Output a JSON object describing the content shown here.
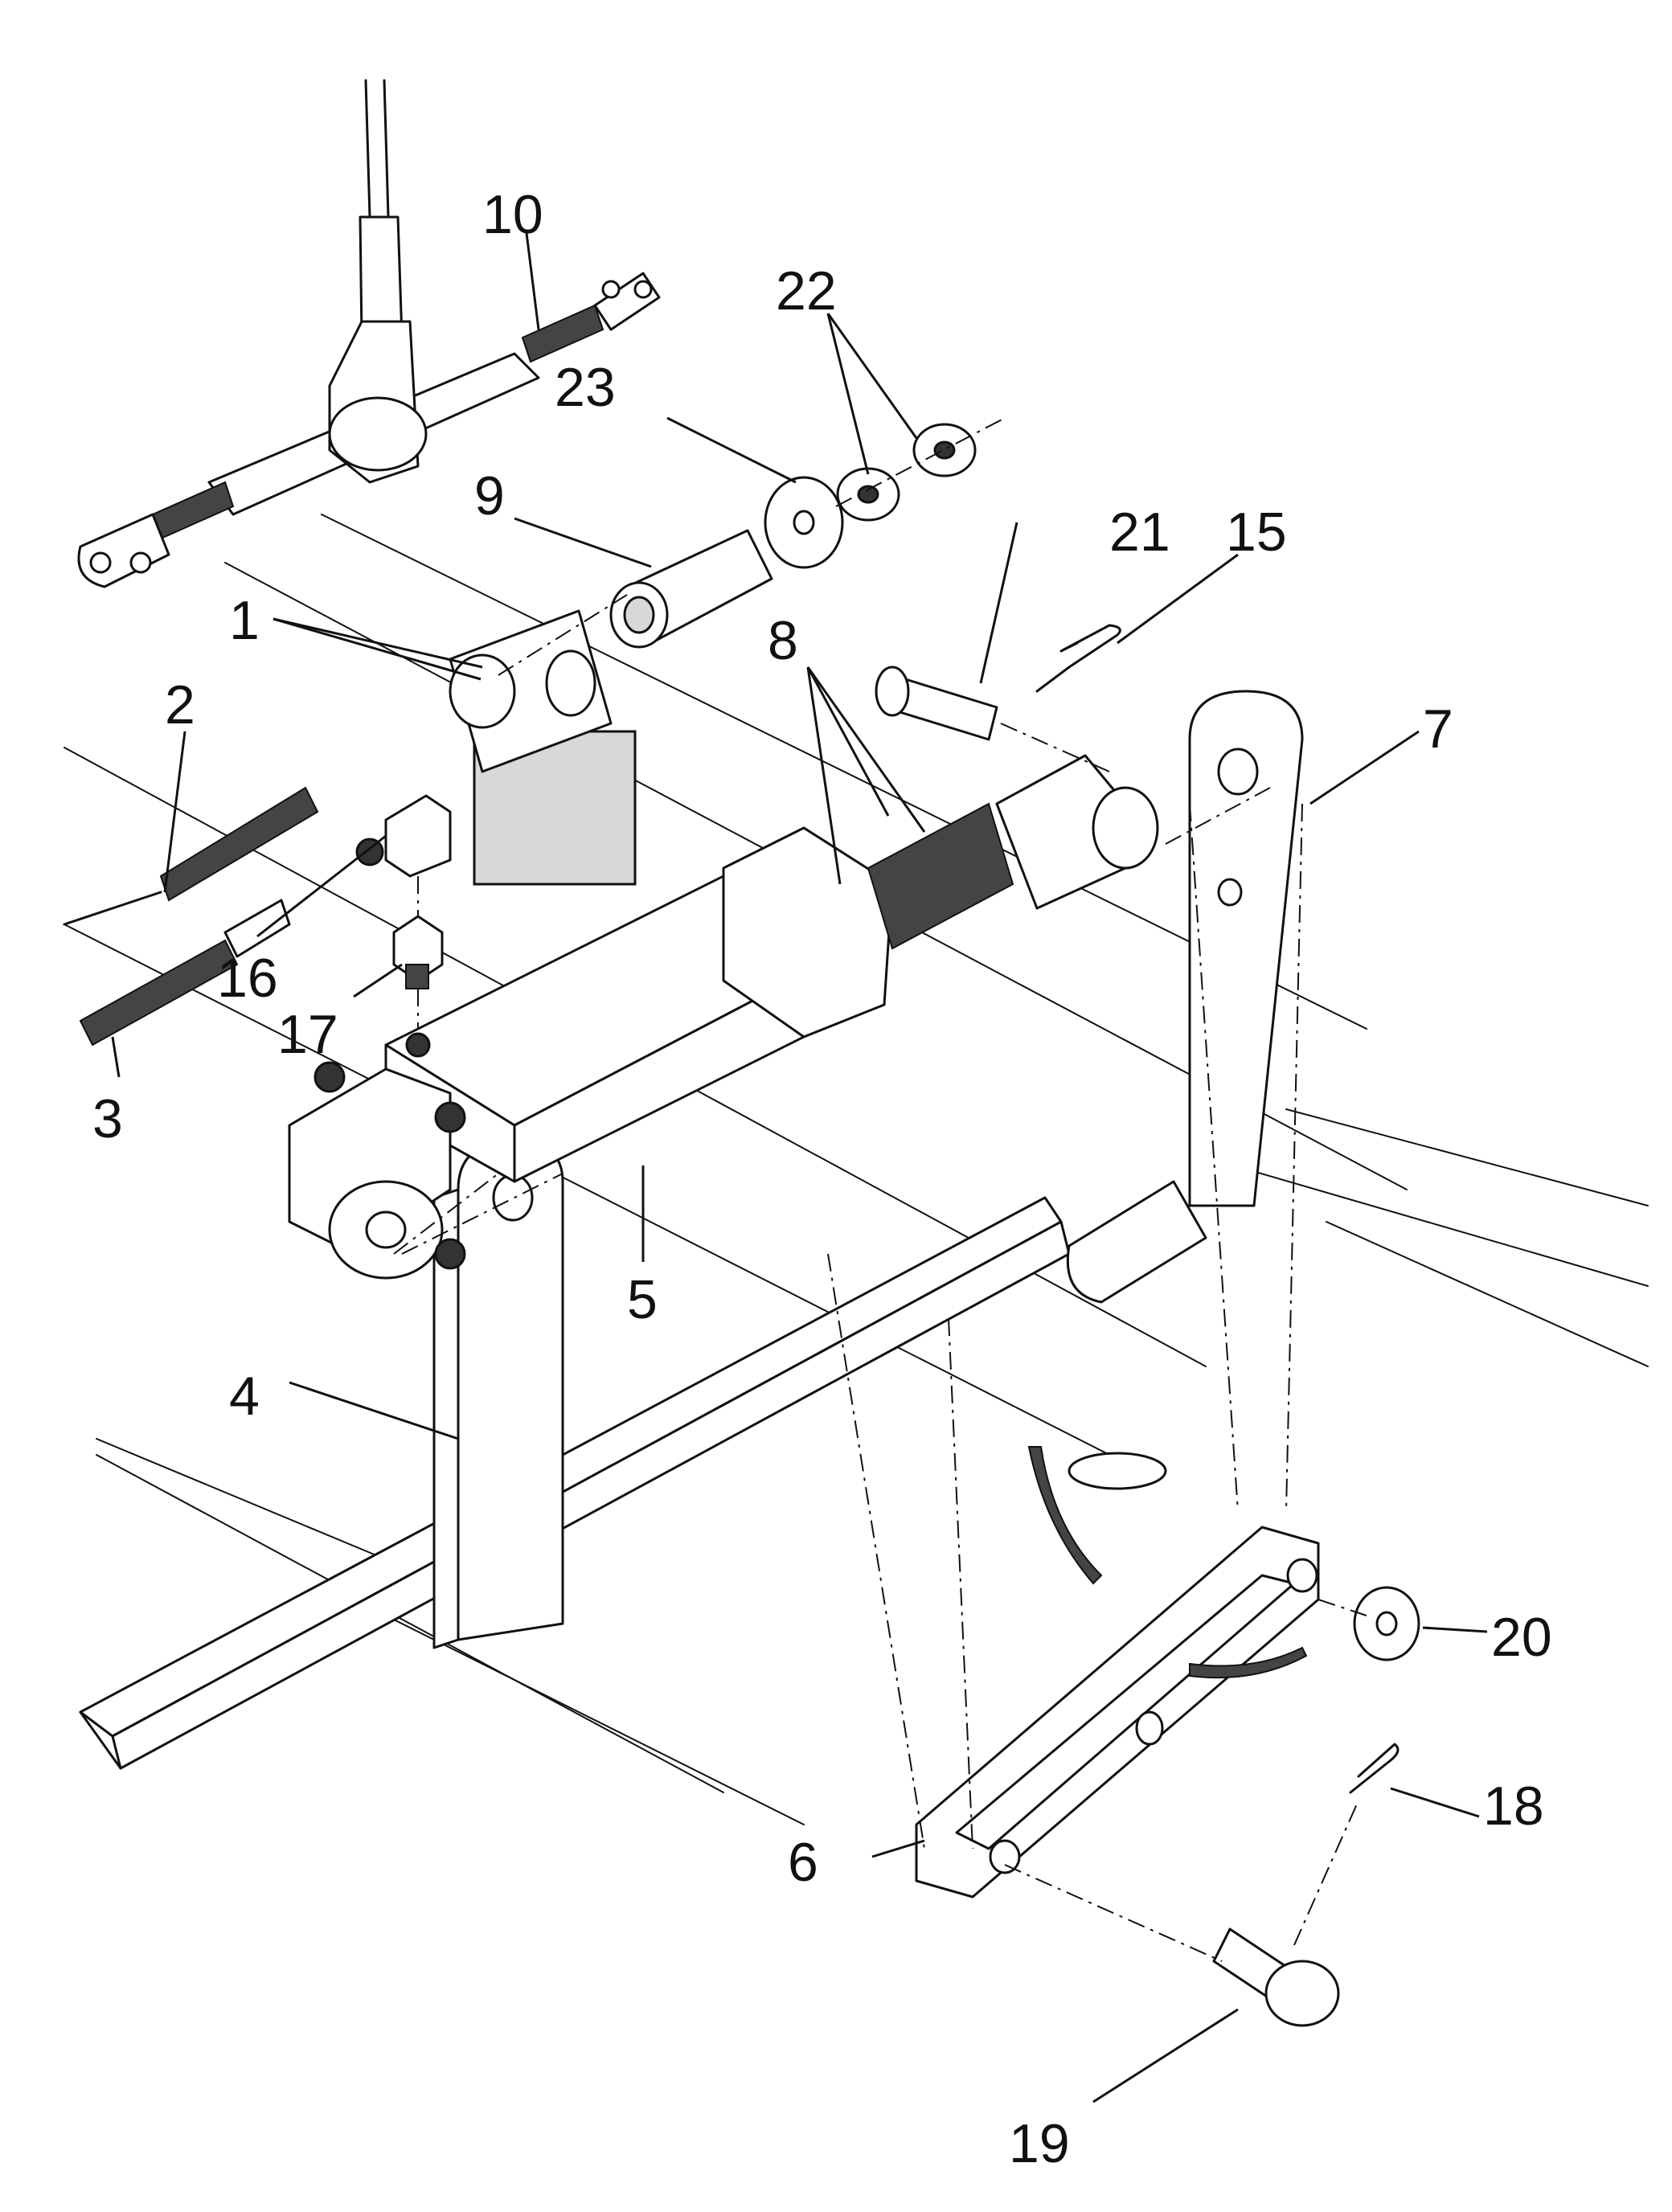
{
  "callouts": [
    {
      "id": "c1",
      "label": "1"
    },
    {
      "id": "c2",
      "label": "2"
    },
    {
      "id": "c3",
      "label": "3"
    },
    {
      "id": "c4",
      "label": "4"
    },
    {
      "id": "c5",
      "label": "5"
    },
    {
      "id": "c6",
      "label": "6"
    },
    {
      "id": "c7",
      "label": "7"
    },
    {
      "id": "c8",
      "label": "8"
    },
    {
      "id": "c9",
      "label": "9"
    },
    {
      "id": "c10",
      "label": "10"
    },
    {
      "id": "c15",
      "label": "15"
    },
    {
      "id": "c16",
      "label": "16"
    },
    {
      "id": "c17",
      "label": "17"
    },
    {
      "id": "c18",
      "label": "18"
    },
    {
      "id": "c19",
      "label": "19"
    },
    {
      "id": "c20",
      "label": "20"
    },
    {
      "id": "c21",
      "label": "21"
    },
    {
      "id": "c22",
      "label": "22"
    },
    {
      "id": "c23",
      "label": "23"
    }
  ]
}
